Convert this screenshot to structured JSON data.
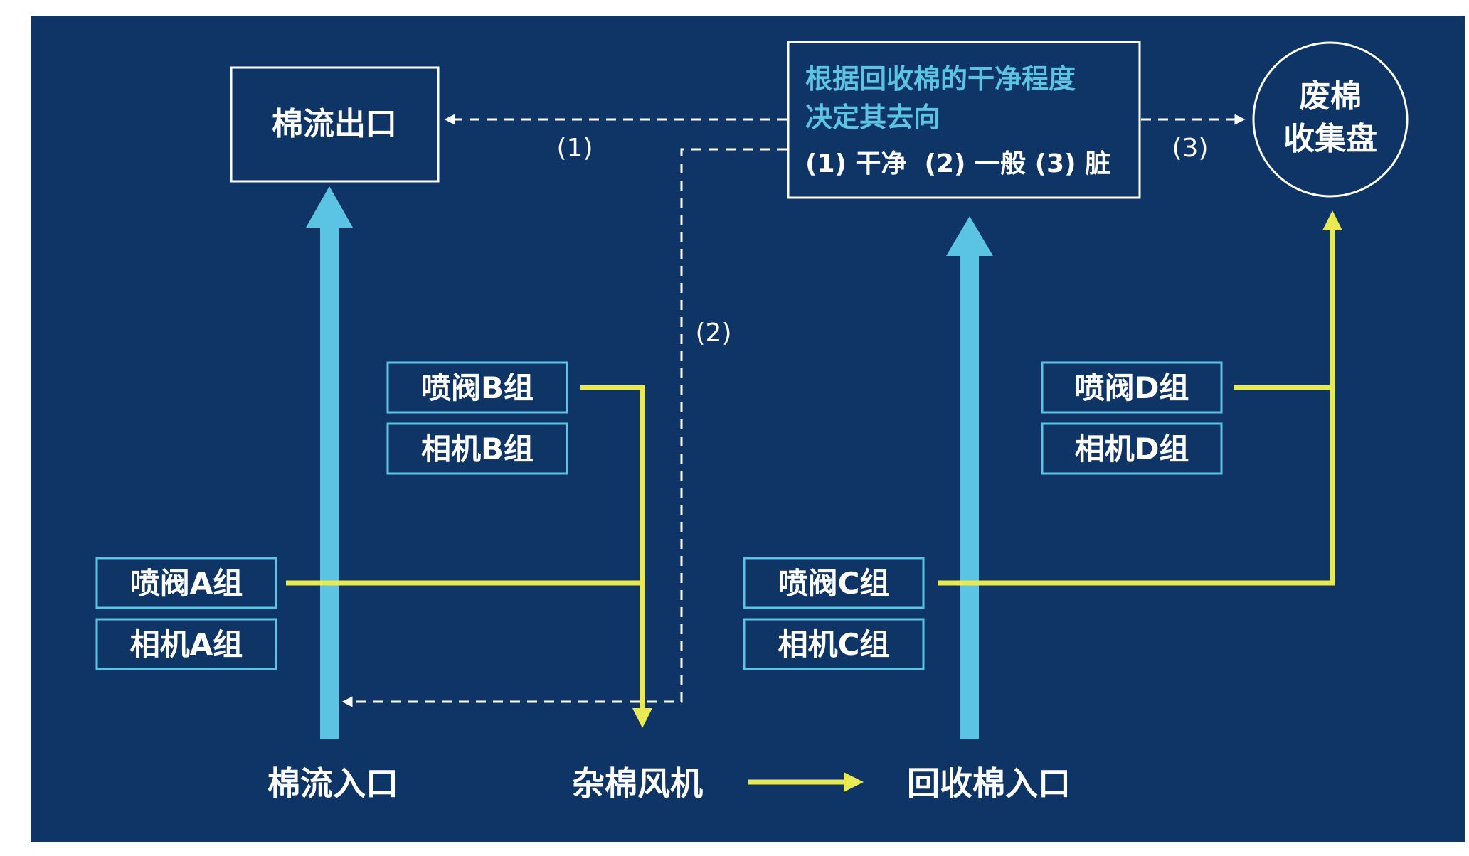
{
  "colors": {
    "background": "#0f3567",
    "frame": "#ffffff",
    "cyan_arrow": "#5bc4e5",
    "yellow_arrow": "#e9ea53",
    "box_border_cyan": "#5bc4e5",
    "dashed": "#ffffff",
    "decision_text": "#5bc4e5",
    "text": "#ffffff"
  },
  "nodes": {
    "cotton_outlet": "棉流出口",
    "decision_line1": "根据回收棉的干净程度",
    "decision_line2": "决定其去向",
    "decision_options": "(1) 干净  (2) 一般 (3) 脏",
    "waste_line1": "废棉",
    "waste_line2": "收集盘",
    "valve_a": "喷阀A组",
    "camera_a": "相机A组",
    "valve_b": "喷阀B组",
    "camera_b": "相机B组",
    "valve_c": "喷阀C组",
    "camera_c": "相机C组",
    "valve_d": "喷阀D组",
    "camera_d": "相机D组",
    "cotton_inlet": "棉流入口",
    "waste_fan": "杂棉风机",
    "recycle_inlet": "回收棉入口"
  },
  "edge_labels": {
    "route1": "(1)",
    "route2": "(2)",
    "route3": "(3)"
  }
}
